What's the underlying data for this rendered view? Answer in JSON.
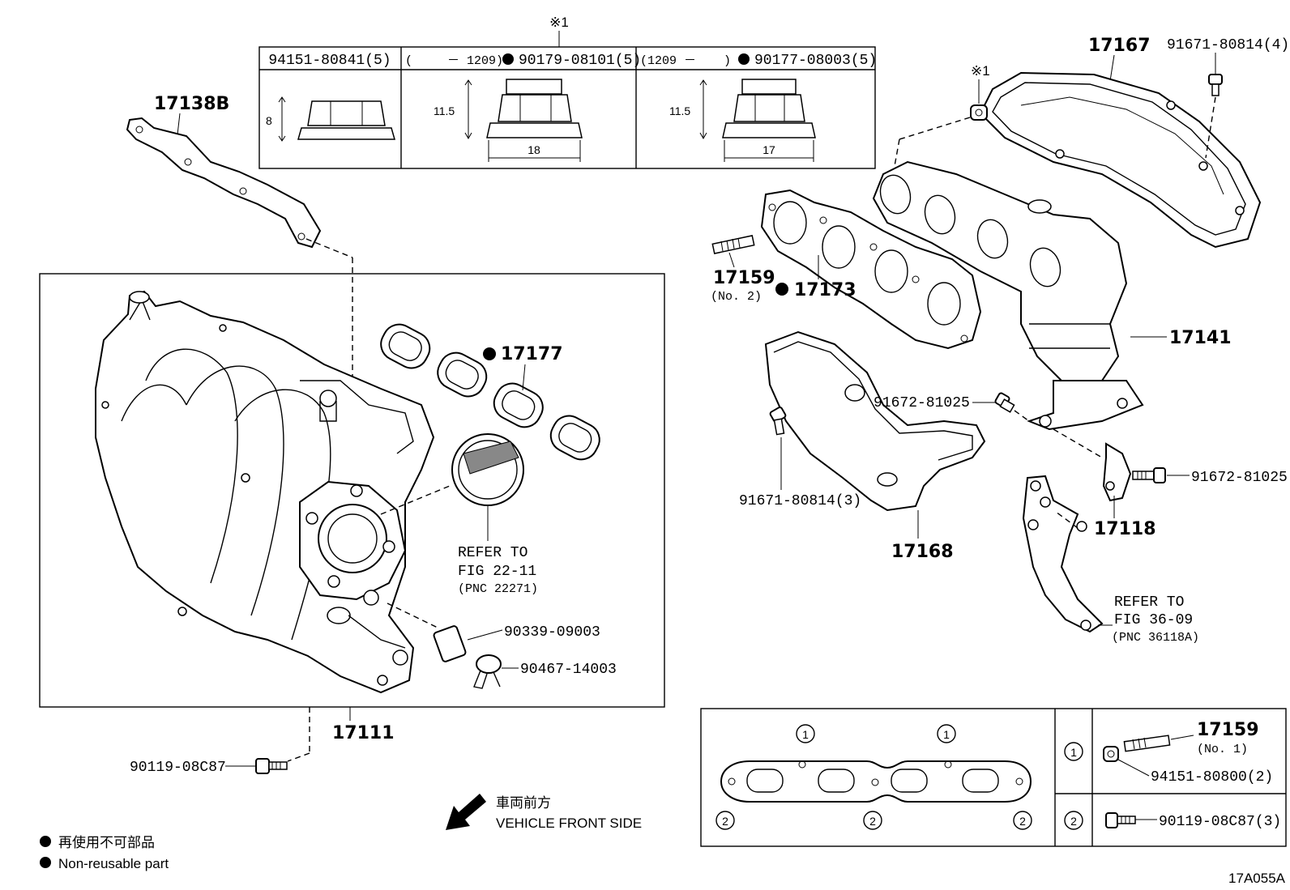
{
  "note_mark": "※1",
  "nut_table": {
    "col1_part": "94151-80841(5)",
    "col2_range_start": "(",
    "col2_range_end": "－ 1209)",
    "col2_part": "90179-08101(5)",
    "col3_range_start": "(1209 －",
    "col3_range_end": ")",
    "col3_part": "90177-08003(5)",
    "dim_col1_height": "8",
    "dim_col2_height": "11.5",
    "dim_col2_width": "18",
    "dim_col3_height": "11.5",
    "dim_col3_width": "17"
  },
  "labels": {
    "p17138b": "17138B",
    "p17177": "17177",
    "p17111": "17111",
    "p90119_left": "90119-08C87",
    "p90339": "90339-09003",
    "p90467": "90467-14003",
    "refer_a_line1": "REFER TO",
    "refer_a_line2": "FIG 22-11",
    "refer_a_line3": "(PNC 22271)",
    "p17167": "17167",
    "p91671_80814_4": "91671-80814(4)",
    "note_mark_right": "※1",
    "p17159_no2": "17159",
    "p17159_no2_sub": "(No. 2)",
    "p17173": "17173",
    "p17141": "17141",
    "p91672_a": "91672-81025",
    "p91672_b": "91672-81025",
    "p91671_80814_3": "91671-80814(3)",
    "p17168": "17168",
    "p17118": "17118",
    "refer_b_line1": "REFER TO",
    "refer_b_line2": "FIG 36-09",
    "refer_b_line3": "(PNC 36118A)",
    "vehicle_jp": "車両前方",
    "vehicle_en": "VEHICLE FRONT SIDE",
    "legend_jp": "再使用不可部品",
    "legend_en": "Non-reusable part",
    "figure_code": "17A055A"
  },
  "gasket_box": {
    "marker1": "1",
    "marker2": "2",
    "p17159_no1": "17159",
    "p17159_no1_sub": "(No. 1)",
    "p94151_80800": "94151-80800(2)",
    "p90119_right": "90119-08C87(3)"
  }
}
